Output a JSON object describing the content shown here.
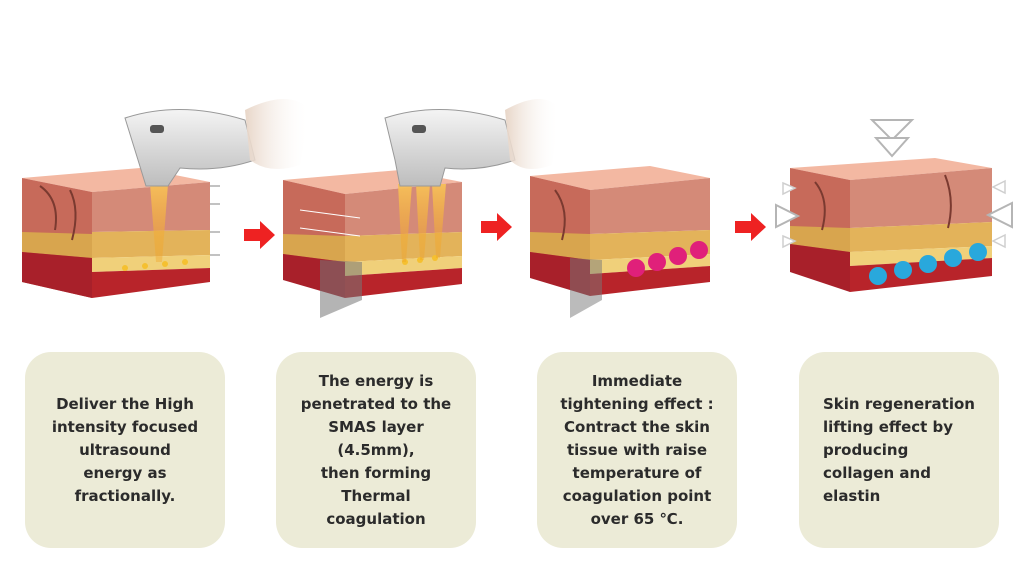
{
  "steps": [
    {
      "text": "Deliver the High\nintensity focused\nultrasound\nenergy as\nfractionally."
    },
    {
      "text": "The energy is\npenetrated to the\nSMAS layer\n(4.5mm),\nthen forming\nThermal\ncoagulation"
    },
    {
      "text": "Immediate\ntightening effect :\nContract the skin\ntissue with raise\ntemperature of\ncoagulation point\nover 65 ℃."
    },
    {
      "text": "Skin regeneration\nlifting effect by\nproducing\ncollagen and\nelastin"
    }
  ],
  "colors": {
    "epidermis": "#e9a58f",
    "dermis": "#c98070",
    "fat": "#e2b45a",
    "muscle": "#b8242a",
    "arrow": "#ee2222",
    "beam": "#f0a020",
    "coag_point": "#e0207a",
    "regen_point": "#29a8dc",
    "box": "#ecebd7"
  },
  "icons": [
    "handpiece-icon",
    "arrow-right-icon",
    "compress-arrow-icon"
  ]
}
